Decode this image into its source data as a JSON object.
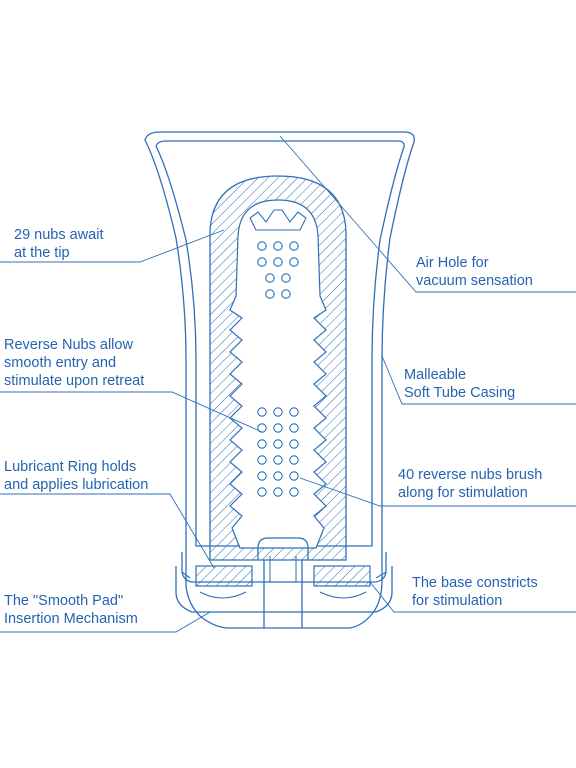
{
  "colors": {
    "line": "#2f6fb8",
    "label": "#2563b0",
    "background": "#ffffff"
  },
  "labels": {
    "tip_nubs": [
      "29 nubs await",
      "at the tip"
    ],
    "air_hole": [
      "Air Hole for",
      "vacuum sensation"
    ],
    "reverse_nubs": [
      "Reverse Nubs allow",
      "smooth entry and",
      "stimulate upon retreat"
    ],
    "casing": [
      "Malleable",
      "Soft Tube Casing"
    ],
    "lube_ring": [
      "Lubricant Ring holds",
      "and applies lubrication"
    ],
    "reverse_nubs_40": [
      "40 reverse nubs brush",
      "along for stimulation"
    ],
    "smooth_pad": [
      "The \"Smooth Pad\"",
      "Insertion Mechanism"
    ],
    "base": [
      "The base constricts",
      "for stimulation"
    ]
  }
}
